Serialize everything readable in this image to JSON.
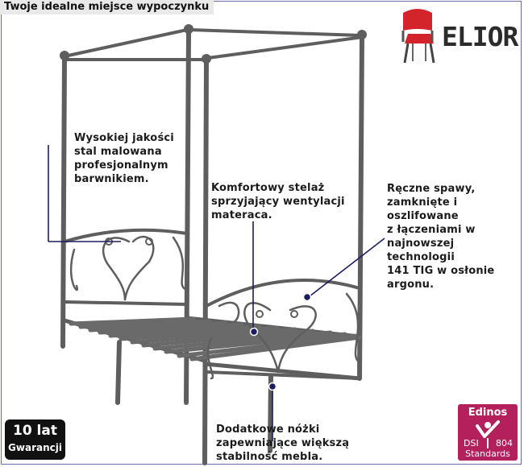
{
  "header": {
    "slogan": "Twoje idealne miejsce wypoczynku"
  },
  "brand": {
    "name": "ELIOR",
    "logo_icon": "red-chair-icon"
  },
  "annotations": {
    "steel": [
      "Wysokiej jakości",
      "stal malowana",
      "profesjonalnym",
      "barwnikiem."
    ],
    "frame": [
      "Komfortowy stelaż",
      "sprzyjający wentylacji",
      "materaca."
    ],
    "weld": [
      "Ręczne spawy,",
      "zamknięte i",
      "oszlifowane",
      "z łączeniami w",
      "najnowszej",
      "technologii",
      "141 TIG w osłonie",
      "argonu."
    ],
    "feet": [
      "Dodatkowe nóżki",
      "zapewniające większą",
      "stabilność mebla."
    ]
  },
  "warranty": {
    "line1": "10 lat",
    "line2": "Gwarancji"
  },
  "certificate": {
    "brand": "Edinos",
    "left": "DSI",
    "right": "804",
    "bottom": "Standards"
  },
  "colors": {
    "bed_frame": "#5e5e5e",
    "annotation_line": "#1c1c5e",
    "badge": "#b4205b",
    "chair": "#d4242b"
  }
}
